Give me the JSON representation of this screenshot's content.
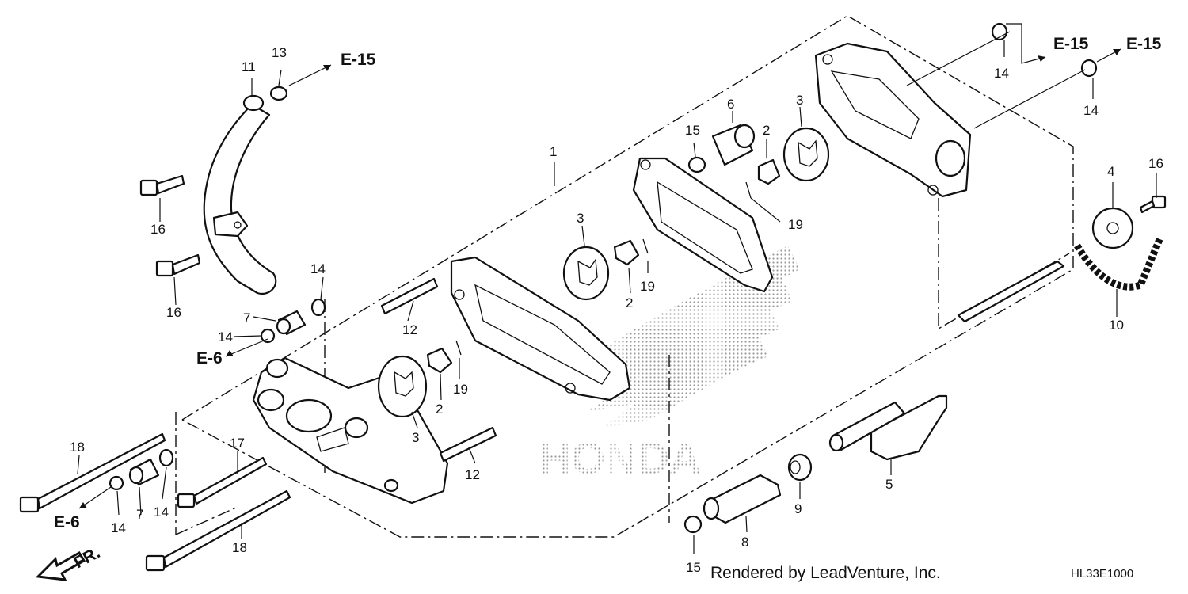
{
  "callouts": {
    "c1": "1",
    "c2a": "2",
    "c2b": "2",
    "c2c": "2",
    "c3a": "3",
    "c3b": "3",
    "c3c": "3",
    "c4": "4",
    "c5": "5",
    "c6": "6",
    "c7a": "7",
    "c7b": "7",
    "c8": "8",
    "c9": "9",
    "c10": "10",
    "c11": "11",
    "c12a": "12",
    "c12b": "12",
    "c13": "13",
    "c14a": "14",
    "c14b": "14",
    "c14c": "14",
    "c14d": "14",
    "c14e": "14",
    "c14f": "14",
    "c15a": "15",
    "c15b": "15",
    "c16a": "16",
    "c16b": "16",
    "c16c": "16",
    "c17": "17",
    "c18a": "18",
    "c18b": "18",
    "c19a": "19",
    "c19b": "19",
    "c19c": "19"
  },
  "references": {
    "e15a": "E-15",
    "e15b": "E-15",
    "e15c": "E-15",
    "e6a": "E-6",
    "e6b": "E-6"
  },
  "front_marker": "FR.",
  "watermark": "HONDA",
  "footer": {
    "credit": "Rendered by LeadVenture, Inc.",
    "code": "HL33E1000"
  }
}
